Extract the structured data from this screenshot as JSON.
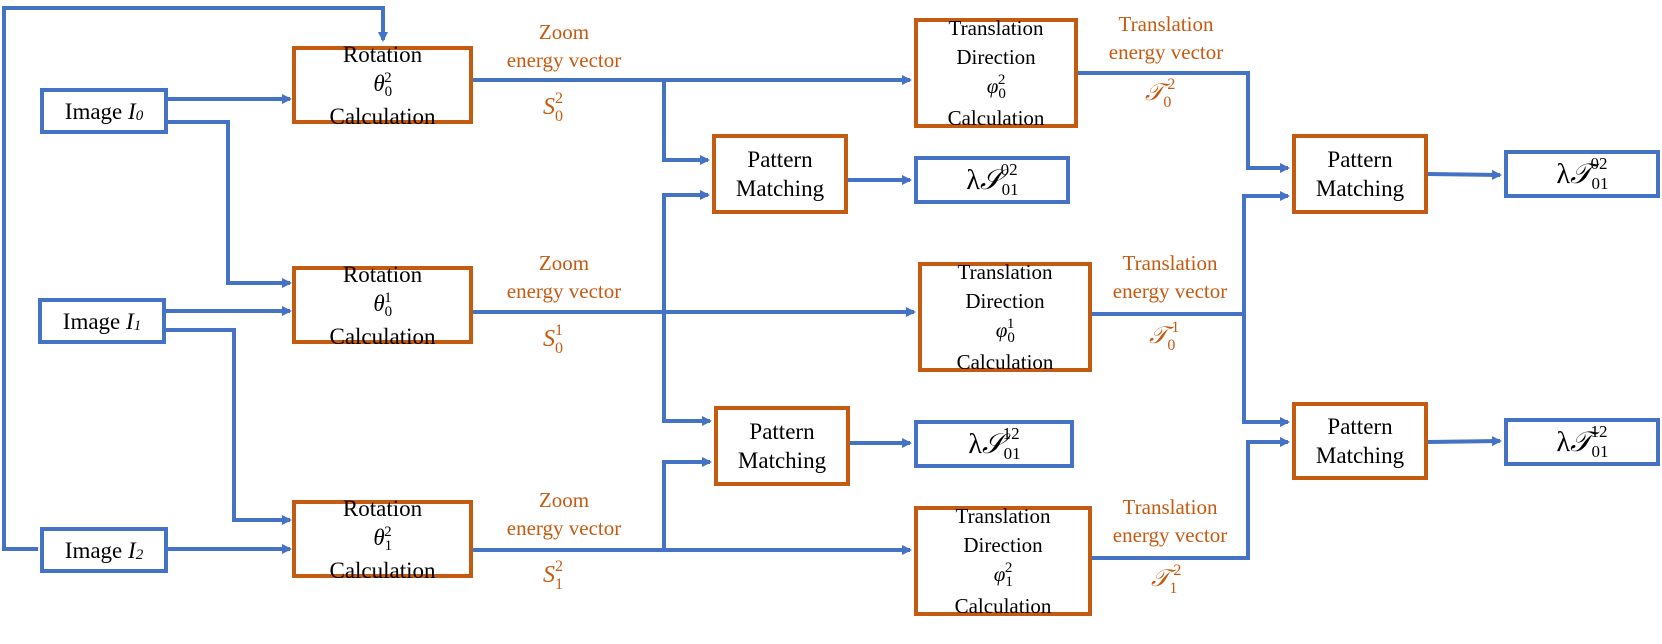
{
  "images": [
    {
      "label": "Image",
      "var": "I",
      "sub": "0"
    },
    {
      "label": "Image",
      "var": "I",
      "sub": "1"
    },
    {
      "label": "Image",
      "var": "I",
      "sub": "2"
    }
  ],
  "rotation": [
    {
      "line1": "Rotation",
      "sym": "θ",
      "sub": "0",
      "sup": "2",
      "line2": "Calculation"
    },
    {
      "line1": "Rotation",
      "sym": "θ",
      "sub": "0",
      "sup": "1",
      "line2": "Calculation"
    },
    {
      "line1": "Rotation",
      "sym": "θ",
      "sub": "1",
      "sup": "2",
      "line2": "Calculation"
    }
  ],
  "zoom_label": {
    "line1": "Zoom",
    "line2": "energy vector"
  },
  "zoom_syms": [
    {
      "sym": "S",
      "sub": "0",
      "sup": "2"
    },
    {
      "sym": "S",
      "sub": "0",
      "sup": "1"
    },
    {
      "sym": "S",
      "sub": "1",
      "sup": "2"
    }
  ],
  "translation": [
    {
      "line1": "Translation",
      "line2a": "Direction",
      "sym": "φ",
      "sub": "0",
      "sup": "2",
      "line3": "Calculation"
    },
    {
      "line1": "Translation",
      "line2a": "Direction",
      "sym": "φ",
      "sub": "0",
      "sup": "1",
      "line3": "Calculation"
    },
    {
      "line1": "Translation",
      "line2a": "Direction",
      "sym": "φ",
      "sub": "1",
      "sup": "2",
      "line3": "Calculation"
    }
  ],
  "translation_label": {
    "line1": "Translation",
    "line2": "energy vector"
  },
  "translation_syms": [
    {
      "sym": "𝒯",
      "sub": "0",
      "sup": "2"
    },
    {
      "sym": "𝒯",
      "sub": "0",
      "sup": "1"
    },
    {
      "sym": "𝒯",
      "sub": "1",
      "sup": "2"
    }
  ],
  "pattern": {
    "line1": "Pattern",
    "line2": "Matching"
  },
  "outputs": [
    {
      "lambda": "λ",
      "sym": "𝒮",
      "sub": "01",
      "sup": "02"
    },
    {
      "lambda": "λ",
      "sym": "𝒮",
      "sub": "01",
      "sup": "12"
    },
    {
      "lambda": "λ",
      "sym": "𝒯",
      "sub": "01",
      "sup": "02"
    },
    {
      "lambda": "λ",
      "sym": "𝒯",
      "sub": "01",
      "sup": "12"
    }
  ],
  "colors": {
    "blue": "#4472C4",
    "orange": "#C55A11"
  }
}
